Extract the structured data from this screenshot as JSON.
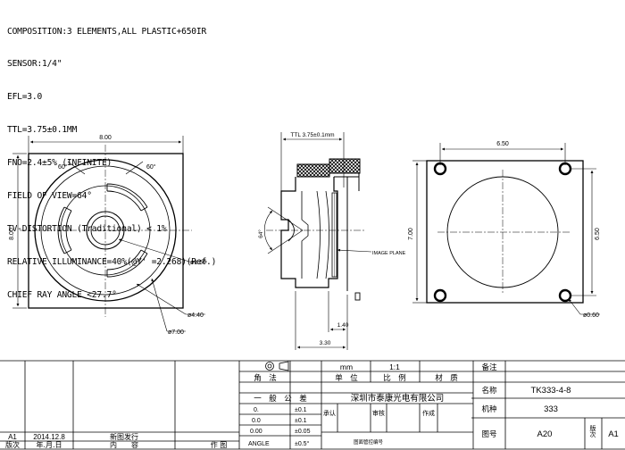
{
  "spec_lines": [
    "COMPOSITION:3 ELEMENTS,ALL PLASTIC+650IR",
    "SENSOR:1/4\"",
    "EFL=3.0",
    "TTL=3.75±0.1MM",
    "FNO=2.4±5% (INFINITE)",
    "FIELD OF VIEW=64°",
    "TV-DISTORTION (Traditional) < 1%",
    "RELATIVE ILLUMINANCE=40%(@Y' =2.268)(Ref.)",
    "CHIEF RAY ANGLE <27.7°"
  ],
  "front_view": {
    "width_dim": "8.00",
    "height_dim": "8.00",
    "angle_left": "60°",
    "angle_right": "60°",
    "d_center": "ø1.60",
    "d_inner": "ø4.40",
    "d_outer": "ø7.00"
  },
  "side_view": {
    "ttl": "TTL  3.75±0.1mm",
    "fov": "64°",
    "image_plane": "IMAGE PLANE",
    "dim_step": "1.40",
    "dim_total": "3.30"
  },
  "back_view": {
    "width_dim": "6.50",
    "height_outer": "7.00",
    "height_inner": "6.50",
    "hole_dim": "ø0.60"
  },
  "title_block": {
    "unit_symbol": "mm",
    "scale": "1:1",
    "col_angle": "角　法",
    "col_unit": "单　位",
    "col_scale": "比　例",
    "col_material": "材　质",
    "tol_header": "一　般　公　差",
    "tolerances": [
      {
        "prec": "0.",
        "tol": "±0.1"
      },
      {
        "prec": "0.0",
        "tol": "±0.1"
      },
      {
        "prec": "0.00",
        "tol": "±0.05"
      },
      {
        "prec": "ANGLE",
        "tol": "±0.5°"
      }
    ],
    "company": "深圳市泰康光电有限公司",
    "sign_approve": "承认",
    "sign_review": "审核",
    "sign_make": "作成",
    "drawing_mgmt": "图面管控编号",
    "remarks_label": "备注",
    "name_label": "名称",
    "name_value": "TK333-4-8",
    "model_label": "机种",
    "model_value": "333",
    "dwg_label": "图号",
    "dwg_value": "A20",
    "version_label": "版次",
    "version_value": "A1",
    "rev_version": "A1",
    "rev_date": "2014.12.8",
    "rev_content": "新图发行",
    "hdr_version": "版次",
    "hdr_date": "年.月.日",
    "hdr_content": "内　　容",
    "hdr_author": "作 图"
  }
}
